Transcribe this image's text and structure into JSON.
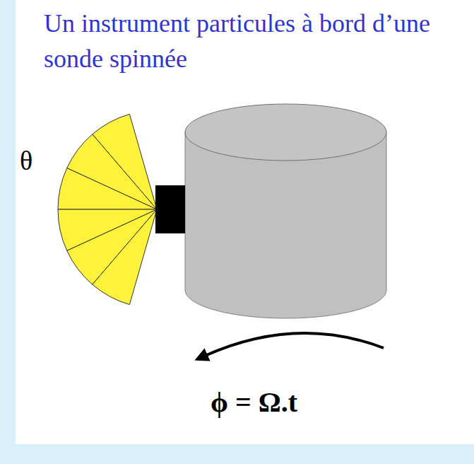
{
  "diagram": {
    "title": "Un instrument particules à bord d’une sonde spinnée",
    "labels": [
      "θ",
      "ϕ = Ω.t"
    ]
  }
}
